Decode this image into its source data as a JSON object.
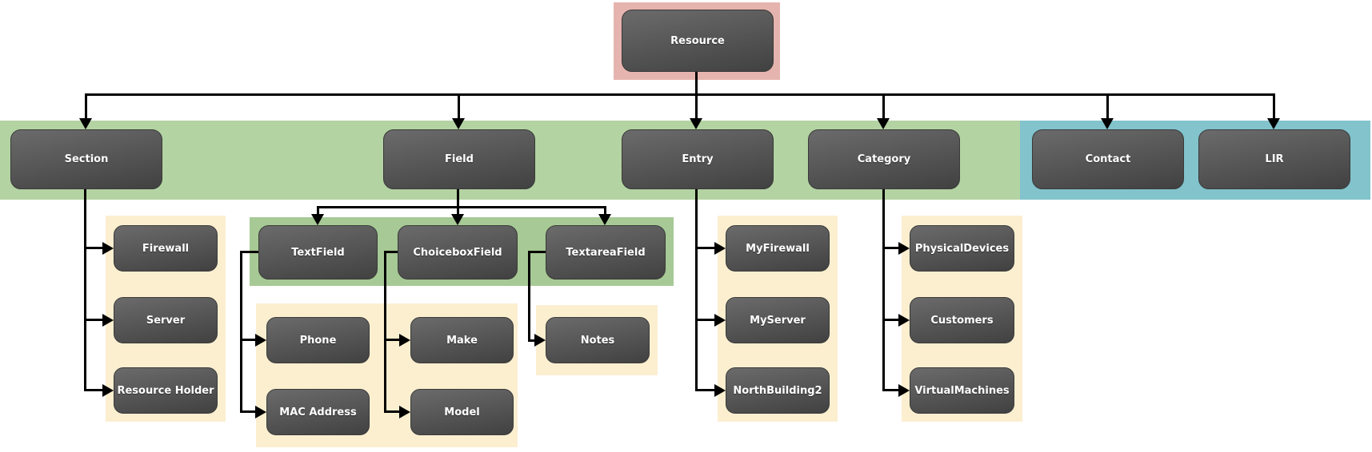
{
  "nodes": {
    "resource": "Resource",
    "section": "Section",
    "field": "Field",
    "entry": "Entry",
    "category": "Category",
    "contact": "Contact",
    "lir": "LIR",
    "firewall": "Firewall",
    "server": "Server",
    "resource_holder": "Resource Holder",
    "textfield": "TextField",
    "choiceboxfield": "ChoiceboxField",
    "textareafield": "TextareaField",
    "phone": "Phone",
    "mac_address": "MAC Address",
    "make": "Make",
    "model": "Model",
    "notes": "Notes",
    "myfirewall": "MyFirewall",
    "myserver": "MyServer",
    "northbuilding2": "NorthBuilding2",
    "physicaldevices": "PhysicalDevices",
    "customers": "Customers",
    "virtualmachines": "VirtualMachines"
  },
  "hierarchy": {
    "Resource": [
      "Section",
      "Field",
      "Entry",
      "Category",
      "Contact",
      "LIR"
    ],
    "Section": [
      "Firewall",
      "Server",
      "Resource Holder"
    ],
    "Field": [
      "TextField",
      "ChoiceboxField",
      "TextareaField"
    ],
    "TextField": [
      "Phone",
      "MAC Address"
    ],
    "ChoiceboxField": [
      "Make",
      "Model"
    ],
    "TextareaField": [
      "Notes"
    ],
    "Entry": [
      "MyFirewall",
      "MyServer",
      "NorthBuilding2"
    ],
    "Category": [
      "PhysicalDevices",
      "Customers",
      "VirtualMachines"
    ]
  },
  "colors": {
    "band-pink": "#e6b4ae",
    "band-green": "#b3d3a2",
    "band-green-dark": "#a7c995",
    "band-blue": "#82c3cc",
    "panel-cream": "#fbefd0",
    "node-top": "#6b6b6b",
    "node-bottom": "#414141",
    "connector": "#000000"
  }
}
